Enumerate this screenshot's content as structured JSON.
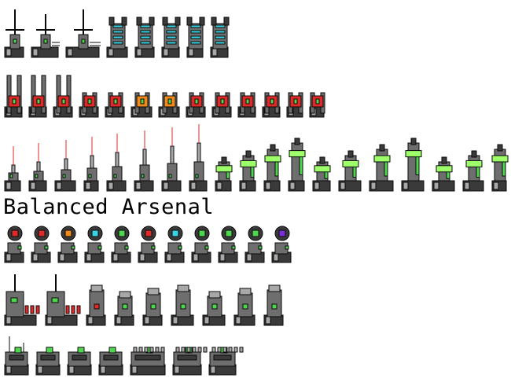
{
  "title": "Balanced Arsenal",
  "colors": {
    "background": "#ffffff",
    "outline": "#0a0a0a",
    "hull": "#6e6e6e",
    "hull_light": "#a8a8a8",
    "hull_dark": "#3a3a3a",
    "green": "#4fd64f",
    "green_glow": "#9dff6a",
    "cyan": "#39d4e6",
    "red": "#e02a2a",
    "orange": "#f08a1c",
    "purple": "#7a2fd6"
  },
  "rows": [
    {
      "name": "antenna-turrets-and-coil-turrets",
      "sprites": [
        {
          "icon": "antenna-turret-icon",
          "accent": "green",
          "style": "antenna"
        },
        {
          "icon": "antenna-turret-icon",
          "accent": "green",
          "style": "antenna"
        },
        {
          "icon": "antenna-turret-icon",
          "accent": "green",
          "style": "antenna"
        },
        {
          "icon": "coil-turret-icon",
          "accent": "cyan",
          "style": "coil"
        },
        {
          "icon": "coil-turret-icon",
          "accent": "cyan",
          "style": "coil"
        },
        {
          "icon": "coil-turret-icon",
          "accent": "cyan",
          "style": "coil"
        },
        {
          "icon": "coil-turret-icon",
          "accent": "cyan",
          "style": "coil"
        },
        {
          "icon": "coil-turret-icon",
          "accent": "cyan",
          "style": "coil"
        }
      ]
    },
    {
      "name": "claw-turrets-red-core",
      "sprites": [
        {
          "icon": "claw-turret-icon",
          "accent": "red",
          "style": "claw"
        },
        {
          "icon": "claw-turret-icon",
          "accent": "red",
          "style": "claw"
        },
        {
          "icon": "claw-turret-icon",
          "accent": "red",
          "style": "claw"
        },
        {
          "icon": "claw-turret-icon",
          "accent": "red",
          "style": "claw"
        },
        {
          "icon": "claw-turret-icon",
          "accent": "red",
          "style": "claw"
        },
        {
          "icon": "claw-turret-icon",
          "accent": "orange",
          "style": "claw"
        },
        {
          "icon": "claw-turret-icon",
          "accent": "orange",
          "style": "claw"
        },
        {
          "icon": "claw-turret-icon",
          "accent": "red",
          "style": "claw"
        },
        {
          "icon": "claw-turret-icon",
          "accent": "red",
          "style": "claw"
        },
        {
          "icon": "claw-turret-icon",
          "accent": "red",
          "style": "claw"
        },
        {
          "icon": "claw-turret-icon",
          "accent": "red",
          "style": "claw"
        },
        {
          "icon": "claw-turret-icon",
          "accent": "red",
          "style": "claw"
        },
        {
          "icon": "claw-turret-icon",
          "accent": "red",
          "style": "claw"
        }
      ]
    },
    {
      "name": "laser-and-cannon-turrets",
      "sprites": [
        {
          "icon": "laser-turret-icon",
          "accent": "red",
          "style": "laser"
        },
        {
          "icon": "laser-turret-icon",
          "accent": "red",
          "style": "laser"
        },
        {
          "icon": "laser-turret-icon",
          "accent": "red",
          "style": "laser"
        },
        {
          "icon": "laser-turret-icon",
          "accent": "red",
          "style": "laser"
        },
        {
          "icon": "laser-turret-icon",
          "accent": "red",
          "style": "laser"
        },
        {
          "icon": "laser-turret-icon",
          "accent": "red",
          "style": "laser"
        },
        {
          "icon": "laser-turret-icon",
          "accent": "red",
          "style": "laser"
        },
        {
          "icon": "laser-turret-icon",
          "accent": "red",
          "style": "laser"
        },
        {
          "icon": "cannon-turret-icon",
          "accent": "green",
          "style": "cannon"
        },
        {
          "icon": "cannon-turret-icon",
          "accent": "green",
          "style": "cannon"
        },
        {
          "icon": "cannon-turret-icon",
          "accent": "green",
          "style": "cannon"
        },
        {
          "icon": "cannon-turret-icon",
          "accent": "green",
          "style": "cannon"
        },
        {
          "icon": "cannon-turret-icon",
          "accent": "green",
          "style": "cannon"
        },
        {
          "icon": "cannon-turret-icon",
          "accent": "green",
          "style": "cannon"
        },
        {
          "icon": "cannon-turret-icon",
          "accent": "green",
          "style": "cannon"
        },
        {
          "icon": "cannon-turret-icon",
          "accent": "green",
          "style": "cannon"
        },
        {
          "icon": "cannon-turret-icon",
          "accent": "green",
          "style": "cannon"
        },
        {
          "icon": "cannon-turret-icon",
          "accent": "green",
          "style": "cannon"
        },
        {
          "icon": "cannon-turret-icon",
          "accent": "green",
          "style": "cannon"
        }
      ]
    },
    {
      "name": "orb-turrets",
      "sprites": [
        {
          "icon": "orb-turret-icon",
          "accent": "red",
          "style": "orb"
        },
        {
          "icon": "orb-turret-icon",
          "accent": "red",
          "style": "orb"
        },
        {
          "icon": "orb-turret-icon",
          "accent": "orange",
          "style": "orb"
        },
        {
          "icon": "orb-turret-icon",
          "accent": "cyan",
          "style": "orb"
        },
        {
          "icon": "orb-turret-icon",
          "accent": "green",
          "style": "orb"
        },
        {
          "icon": "orb-turret-icon",
          "accent": "red",
          "style": "orb"
        },
        {
          "icon": "orb-turret-icon",
          "accent": "cyan",
          "style": "orb"
        },
        {
          "icon": "orb-turret-icon",
          "accent": "green",
          "style": "orb"
        },
        {
          "icon": "orb-turret-icon",
          "accent": "green",
          "style": "orb"
        },
        {
          "icon": "orb-turret-icon",
          "accent": "green",
          "style": "orb"
        },
        {
          "icon": "orb-turret-icon",
          "accent": "purple",
          "style": "orb"
        }
      ]
    },
    {
      "name": "factory-and-mortar-turrets",
      "sprites": [
        {
          "icon": "factory-turret-icon",
          "accent": "green",
          "style": "factory"
        },
        {
          "icon": "factory-turret-icon",
          "accent": "green",
          "style": "factory"
        },
        {
          "icon": "mortar-turret-icon",
          "accent": "red",
          "style": "mortar"
        },
        {
          "icon": "mortar-turret-icon",
          "accent": "green",
          "style": "mortar"
        },
        {
          "icon": "mortar-turret-icon",
          "accent": "green",
          "style": "mortar"
        },
        {
          "icon": "mortar-turret-icon",
          "accent": "green",
          "style": "mortar"
        },
        {
          "icon": "mortar-turret-icon",
          "accent": "green",
          "style": "mortar"
        },
        {
          "icon": "mortar-turret-icon",
          "accent": "green",
          "style": "mortar"
        },
        {
          "icon": "mortar-turret-icon",
          "accent": "green",
          "style": "mortar"
        }
      ]
    },
    {
      "name": "bunker-turrets",
      "sprites": [
        {
          "icon": "bunker-turret-icon",
          "accent": "green",
          "style": "bunker"
        },
        {
          "icon": "bunker-turret-icon",
          "accent": "green",
          "style": "bunker"
        },
        {
          "icon": "bunker-turret-icon",
          "accent": "green",
          "style": "bunker"
        },
        {
          "icon": "bunker-turret-icon",
          "accent": "green",
          "style": "bunker"
        },
        {
          "icon": "bunker-turret-icon",
          "accent": "green",
          "style": "bunker"
        },
        {
          "icon": "bunker-turret-icon",
          "accent": "green",
          "style": "bunker"
        },
        {
          "icon": "bunker-turret-icon",
          "accent": "green",
          "style": "bunker"
        }
      ]
    }
  ]
}
